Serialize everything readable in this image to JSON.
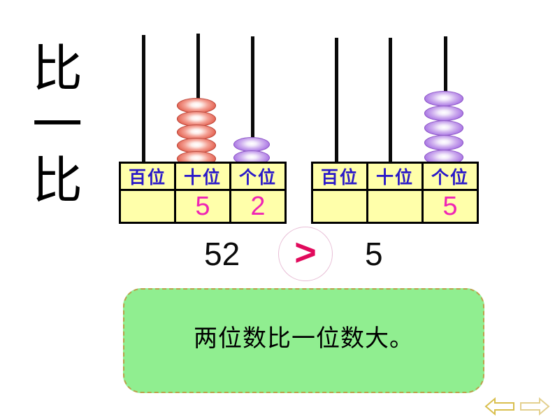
{
  "slide": {
    "background_color": "#ffffff",
    "title_vertical": [
      "比",
      "一",
      "比"
    ]
  },
  "abacus_groups": [
    {
      "name": "abacus-left",
      "value": 52,
      "rods": [
        {
          "place": "hundreds",
          "bead_count": 0,
          "bead_color": "#e2604f"
        },
        {
          "place": "tens",
          "bead_count": 5,
          "bead_color": "#e2604f"
        },
        {
          "place": "ones",
          "bead_count": 2,
          "bead_color": "#a772e3"
        }
      ]
    },
    {
      "name": "abacus-right",
      "value": 5,
      "rods": [
        {
          "place": "hundreds",
          "bead_count": 0,
          "bead_color": "#a772e3"
        },
        {
          "place": "tens",
          "bead_count": 0,
          "bead_color": "#a772e3"
        },
        {
          "place": "ones",
          "bead_count": 5,
          "bead_color": "#a772e3"
        }
      ]
    }
  ],
  "tables": [
    {
      "name": "place-value-table-left",
      "headers": [
        "百位",
        "十位",
        "个位"
      ],
      "digits": [
        "",
        "5",
        "2"
      ],
      "cell_color": "#ffffaa",
      "header_color": "#2a19c8",
      "digit_color": "#ef25b4"
    },
    {
      "name": "place-value-table-right",
      "headers": [
        "百位",
        "十位",
        "个位"
      ],
      "digits": [
        "",
        "",
        "5"
      ],
      "cell_color": "#ffffaa",
      "header_color": "#2a19c8",
      "digit_color": "#ef25b4"
    }
  ],
  "comparison": {
    "left_number": "52",
    "operator": ">",
    "right_number": "5",
    "operator_color": "#e10a5c",
    "circle_color": "#e8bed6"
  },
  "conclusion": {
    "text": "两位数比一位数大。",
    "fill_color": "#90ee90",
    "border_color": "#b9a14a"
  },
  "navigation": {
    "previous_label": "previous-slide",
    "next_label": "next-slide",
    "arrow_color": "#d9bf4e"
  }
}
